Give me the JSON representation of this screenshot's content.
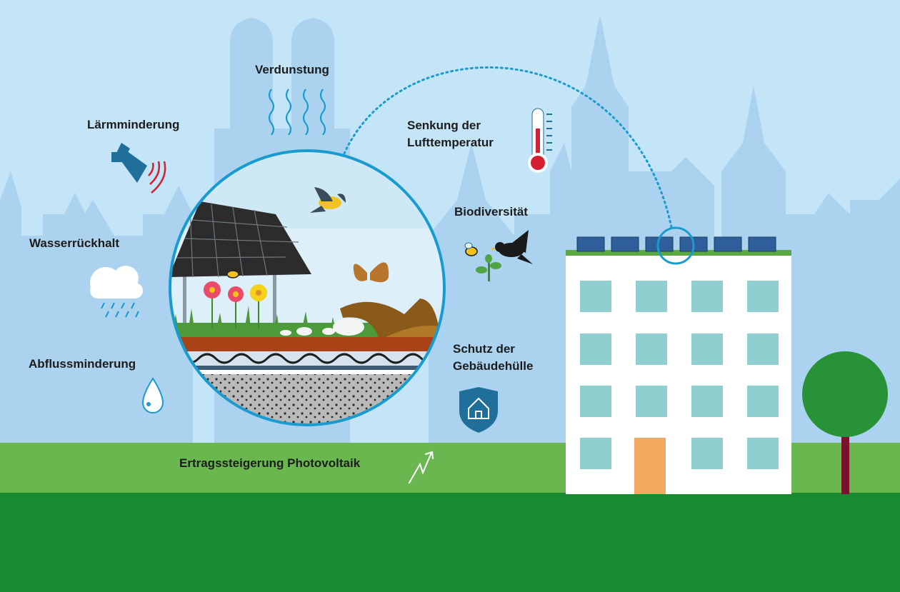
{
  "labels": {
    "verdunstung": "Verdunstung",
    "laermminderung": "Lärmminderung",
    "senkung_line1": "Senkung der",
    "senkung_line2": "Lufttemperatur",
    "biodiversitaet": "Biodiversität",
    "wasserrueckhalt": "Wasserrückhalt",
    "abflussminderung": "Abflussminderung",
    "schutz_line1": "Schutz der",
    "schutz_line2": "Gebäudehülle",
    "ertragssteigerung": "Ertragssteigerung Photovoltaik"
  },
  "icons": [
    "evaporation-waves-icon",
    "megaphone-icon",
    "thermometer-icon",
    "bird-icon",
    "bee-icon",
    "plant-sprout-icon",
    "rain-cloud-icon",
    "water-drop-icon",
    "house-shield-icon",
    "rising-arrow-icon"
  ],
  "colors": {
    "sky": "#c4e4f8",
    "skyline": "#a9d2ee",
    "grass_light": "#6ab74f",
    "grass_dark": "#1a8a30",
    "accent_blue": "#1a9bd0",
    "icon_blue": "#1f6f9a",
    "building": "#ffffff",
    "window": "#8fcfd0",
    "door": "#f2a960",
    "tree": "#279237",
    "trunk": "#7a1230",
    "thermometer_red": "#d42030"
  }
}
